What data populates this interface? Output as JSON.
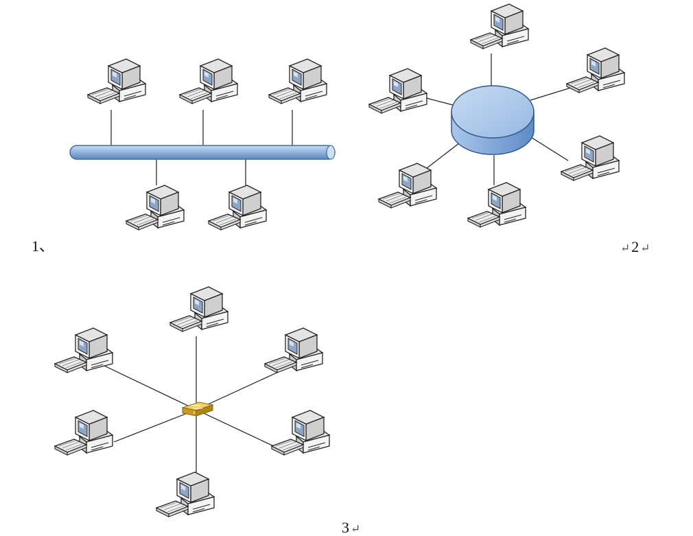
{
  "labels": {
    "bus": "1、",
    "ring_para_mark": "↵",
    "ring": "2",
    "ring_trailing_mark": "↵",
    "star": "3",
    "star_trailing_mark": "↵"
  },
  "diagrams": [
    {
      "topology": "bus",
      "hub_icon": "backbone-cable",
      "computer_count": 5
    },
    {
      "topology": "ring",
      "hub_icon": "ring-cylinder",
      "computer_count": 6
    },
    {
      "topology": "star",
      "hub_icon": "network-switch",
      "computer_count": 6
    }
  ],
  "colors": {
    "bus_fill": "#8fb4dc",
    "bus_stroke": "#3f6d9e",
    "ring_fill": "#a9c6ea",
    "ring_side": "#7ea6d8",
    "ring_stroke": "#2f5787",
    "switch_fill": "#d9b13b",
    "switch_stroke": "#8a6a12",
    "link": "#1a1a1a",
    "computer_fill": "#f4f4f4",
    "computer_stroke": "#222222",
    "screen": "#8ea6c6"
  }
}
